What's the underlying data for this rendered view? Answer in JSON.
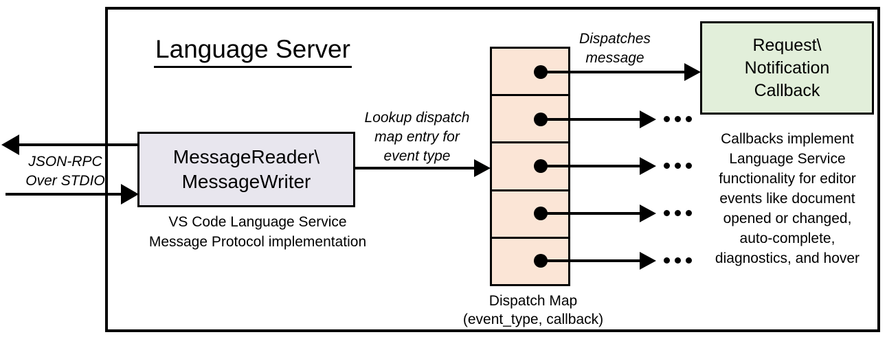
{
  "diagram": {
    "title": "Language Server",
    "io": {
      "line1": "JSON-RPC",
      "line2": "Over STDIO"
    },
    "reader_box": {
      "line1": "MessageReader\\",
      "line2": "MessageWriter"
    },
    "reader_caption": {
      "line1": "VS Code Language Service",
      "line2": "Message Protocol implementation"
    },
    "lookup_label": {
      "line1": "Lookup dispatch",
      "line2": "map entry for",
      "line3": "event type"
    },
    "dispatches_label": {
      "line1": "Dispatches",
      "line2": "message"
    },
    "dispatch_map": {
      "row_count": 5,
      "caption_line1": "Dispatch Map",
      "caption_line2": "(event_type, callback)"
    },
    "callback_box": {
      "line1": "Request\\",
      "line2": "Notification",
      "line3": "Callback"
    },
    "note": {
      "lines": [
        "Callbacks implement",
        "Language Service",
        "functionality for editor",
        "events like document",
        "opened or changed,",
        "auto-complete,",
        "diagnostics, and hover"
      ]
    },
    "ellipsis_glyph": "...",
    "colors": {
      "reader_box_fill": "#e8e6ee",
      "dispatch_map_fill": "#fbe5d6",
      "callback_box_fill": "#e2efda",
      "line": "#000000",
      "background": "#ffffff"
    }
  }
}
